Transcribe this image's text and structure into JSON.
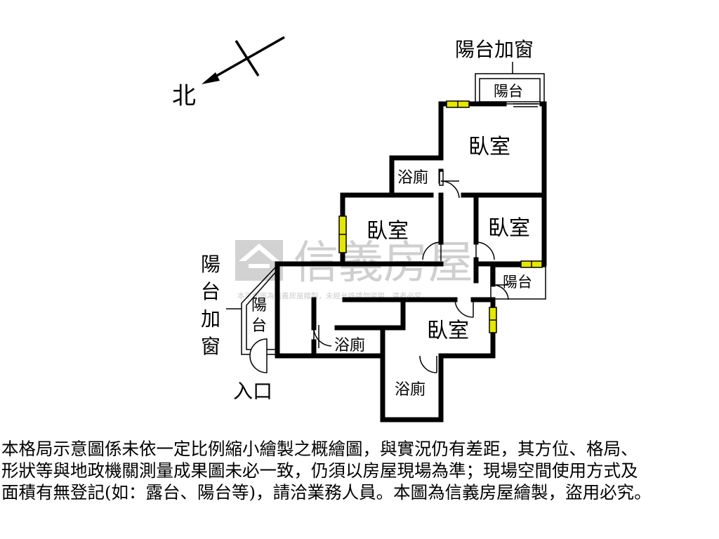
{
  "compass": {
    "label": "北"
  },
  "rooms": {
    "bedroom_top": "臥室",
    "bedroom_left": "臥室",
    "bedroom_right": "臥室",
    "bedroom_bottom": "臥室",
    "bath_top": "浴廁",
    "bath_middle": "浴廁",
    "bath_bottom": "浴廁",
    "balcony_top": "陽台",
    "balcony_right": "陽台",
    "balcony_left": [
      "陽",
      "台"
    ]
  },
  "annotations": {
    "top_enclosure": "陽台加窗",
    "left_enclosure": [
      "陽",
      "台",
      "加",
      "窗"
    ],
    "entrance": "入口"
  },
  "watermark": {
    "brand": "信義房屋",
    "notice": "本平面圖為信義房屋繪製，未經允許請勿盜用，違者必究"
  },
  "colors": {
    "wall": "#000000",
    "window_fill": "#e6e600",
    "watermark": "#c8c8c8"
  },
  "disclaimer": [
    "本格局示意圖係未依一定比例縮小繪製之概繪圖，與實況仍有差距，其方位、格局、",
    "形狀等與地政機關測量成果圖未必一致，仍須以房屋現場為準；現場空間使用方式及",
    "面積有無登記(如：露台、陽台等)，請洽業務人員。本圖為信義房屋繪製，盜用必究。"
  ]
}
